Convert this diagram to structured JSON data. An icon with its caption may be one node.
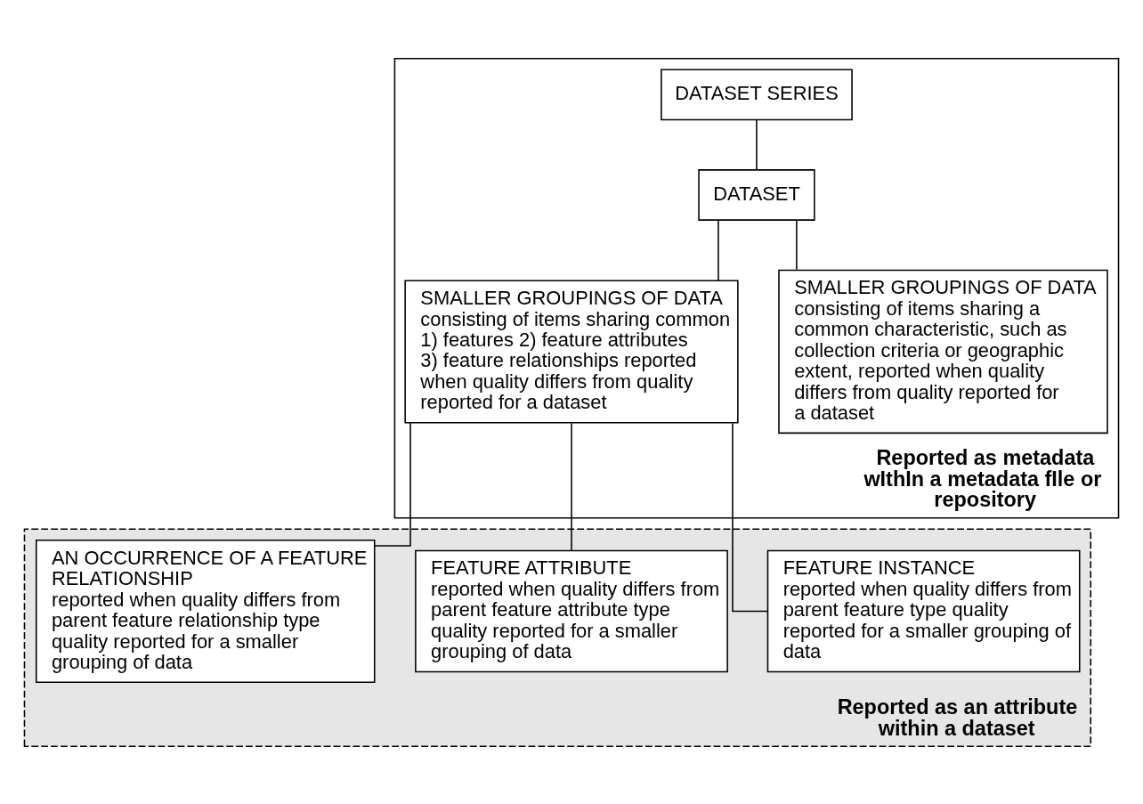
{
  "diagram": {
    "nodes": [
      {
        "text": [
          "Reported as metadata wIthIn a metadata fIle or repository"
        ]
      },
      {
        "text": [
          "DATASET SERIES"
        ],
        "in": 0
      },
      {
        "text": [
          "DATASET"
        ],
        "in": 0
      },
      {
        "text": [
          "SMALLER GROUPINGS OF DATA",
          "consisting of items sharing common 1) features 2) feature attributes 3) feature relationships reported when quality differs from quality reported for a dataset"
        ],
        "in": 0
      },
      {
        "text": [
          "SMALLER GROUPINGS OF DATA",
          "consisting of items sharing a common characteristic, such as collection criteria or geographic extent, reported when quality differs from quality reported for a dataset"
        ],
        "in": 0
      },
      {
        "text": [
          "Reported as an attribute within a dataset"
        ]
      },
      {
        "text": [
          "FEATURE INSTANCE",
          "reported when quality differs from parent feature type quality reported for a smaller grouping of data"
        ],
        "in": 5
      },
      {
        "text": [
          "FEATURE ATTRIBUTE",
          "reported when quality differs from parent feature attribute type quality reported for a smaller grouping of data"
        ],
        "in": 5
      },
      {
        "text": [
          "AN OCCURRENCE OF A FEATURE RELATIONSHIP",
          "reported when quality differs from parent feature relationship type quality reported for a smaller grouping of data"
        ],
        "in": 5
      }
    ],
    "edges": [
      {
        "from": 1,
        "to": 2,
        "arrow": "none"
      },
      {
        "from": 2,
        "to": 3,
        "arrow": "none"
      },
      {
        "from": 2,
        "to": 4,
        "arrow": "none"
      },
      {
        "from": 3,
        "to": 6,
        "arrow": "none"
      },
      {
        "from": 3,
        "to": 7,
        "arrow": "none"
      },
      {
        "from": 3,
        "to": 8,
        "arrow": "none"
      }
    ]
  }
}
